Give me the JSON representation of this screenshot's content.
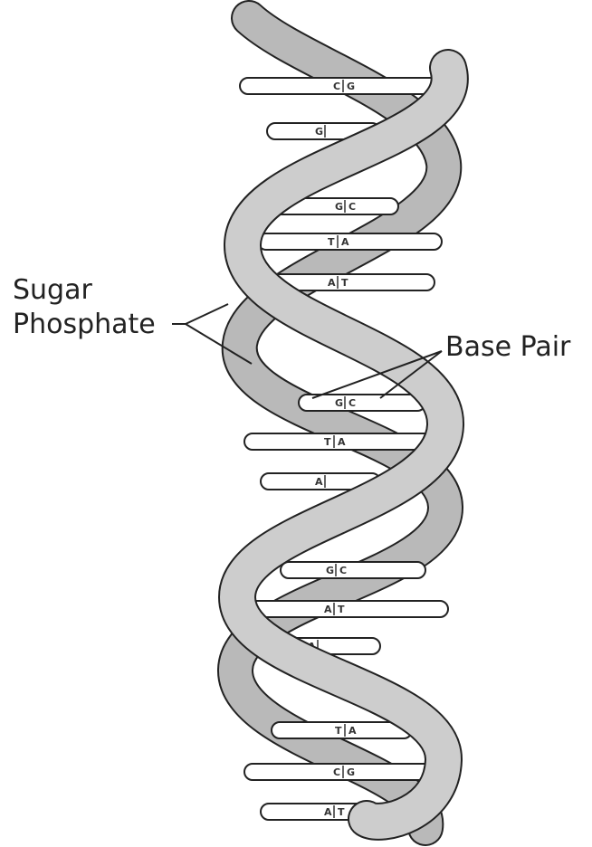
{
  "labels": {
    "sugar_phosphate_line1": "Sugar",
    "sugar_phosphate_line2": "Phosphate",
    "base_pair": "Base Pair"
  },
  "base_pairs": [
    {
      "left": "C",
      "right": "G"
    },
    {
      "left": "G",
      "right": ""
    },
    {
      "left": "G",
      "right": "C"
    },
    {
      "left": "T",
      "right": "A"
    },
    {
      "left": "A",
      "right": "T"
    },
    {
      "left": "G",
      "right": "C"
    },
    {
      "left": "T",
      "right": "A"
    },
    {
      "left": "A",
      "right": ""
    },
    {
      "left": "G",
      "right": "C"
    },
    {
      "left": "A",
      "right": "T"
    },
    {
      "left": "A",
      "right": ""
    },
    {
      "left": "T",
      "right": "A"
    },
    {
      "left": "C",
      "right": "G"
    },
    {
      "left": "A",
      "right": "T"
    }
  ],
  "colors": {
    "strand_front": "#cdcdcd",
    "strand_back": "#b9b9b9",
    "rung": "#ffffff",
    "outline": "#222222"
  }
}
